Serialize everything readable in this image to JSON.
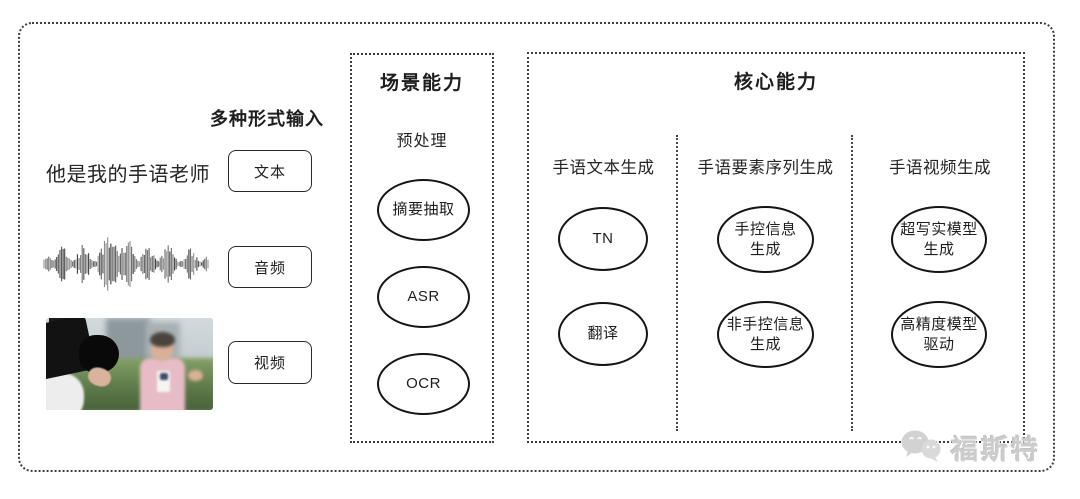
{
  "input_section": {
    "label": "多种形式输入",
    "sample_text": "他是我的手语老师",
    "items": [
      {
        "label": "文本"
      },
      {
        "label": "音频"
      },
      {
        "label": "视频"
      }
    ]
  },
  "scene_section": {
    "title": "场景能力",
    "subtitle": "预处理",
    "nodes": [
      "摘要抽取",
      "ASR",
      "OCR"
    ]
  },
  "core_section": {
    "title": "核心能力",
    "columns": [
      {
        "header": "手语文本生成",
        "nodes": [
          "TN",
          "翻译"
        ]
      },
      {
        "header": "手语要素序列生成",
        "nodes": [
          "手控信息\n生成",
          "非手控信息\n生成"
        ]
      },
      {
        "header": "手语视频生成",
        "nodes": [
          "超写实模型\n生成",
          "高精度模型\n驱动"
        ]
      }
    ]
  },
  "watermark": {
    "text": "福斯特",
    "icon": "wechat-icon",
    "color": "#cccccc"
  },
  "colors": {
    "border_dotted": "#3d3d3d",
    "ellipse_border": "#151515",
    "text": "#1e1e1e",
    "watermark": "#cccccc",
    "background": "#ffffff"
  }
}
